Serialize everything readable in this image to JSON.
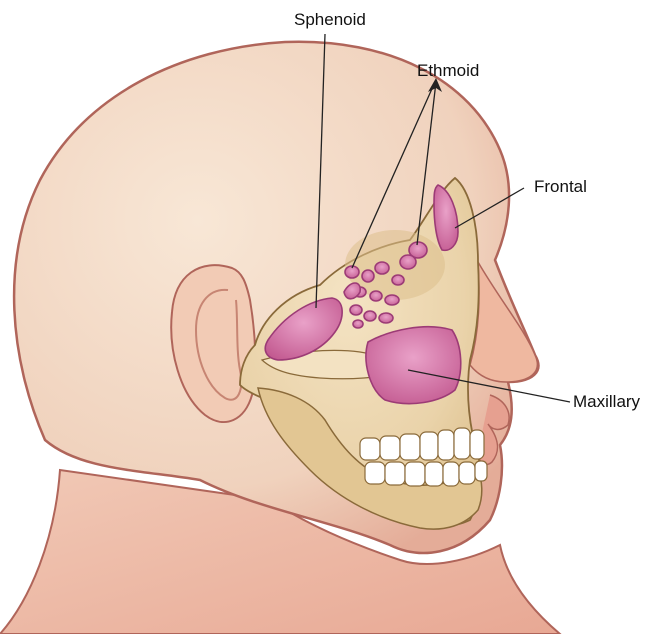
{
  "labels": {
    "sphenoid": "Sphenoid",
    "ethmoid": "Ethmoid",
    "frontal": "Frontal",
    "maxillary": "Maxillary"
  },
  "colors": {
    "skin": "#f3dcc8",
    "skin_shadow": "#e9b9a6",
    "head_outline": "#b0655a",
    "bone": "#ead3aa",
    "bone_shadow": "#d9bb85",
    "sinus": "#d77bb0",
    "sinus_dark": "#9c3b76",
    "teeth": "#ffffff",
    "leader_line": "#222222"
  }
}
